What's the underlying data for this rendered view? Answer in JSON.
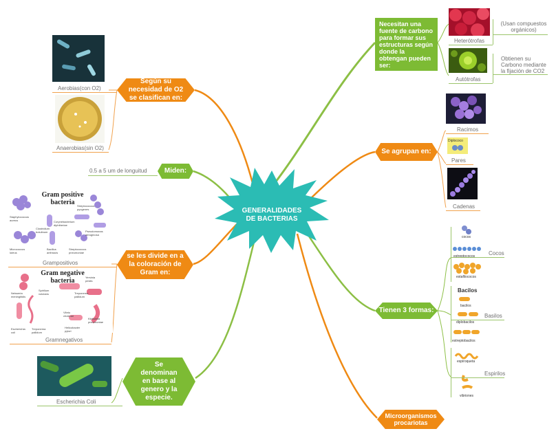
{
  "central": {
    "title": "GENERALIDADES DE BACTERIAS"
  },
  "left": {
    "necesidad": {
      "label": "Según su necesidad de O2 se clasifican en:",
      "aerobias": "Aerobias(con O2)",
      "anaerobias": "Anaerobias(sin O2)"
    },
    "miden": {
      "label": "Miden:",
      "value": "0.5 a 5 um de longuitud"
    },
    "gram": {
      "label": "se les divide en a la coloración de Gram en:",
      "positive_title": "Gram positive bacteria",
      "positive_species": [
        "Staphylococcus aureus",
        "Streptococcus pyogenes",
        "Corynebacterium diphtheriae",
        "Clostridium botulinum",
        "Pseudomonas aeruginosa",
        "Micrococcus luteus",
        "Bacillus anthracis",
        "Streptococcus pneumoniae"
      ],
      "grampositivos": "Grampositivos",
      "negative_title": "Gram negative bacteria",
      "negative_species": [
        "Neisseria meningitidis",
        "Spirillum volutans",
        "Vibrio cholerae",
        "Treponema pallidum",
        "Helicobacter pylori",
        "Escherichia coli",
        "Treponema pallidum",
        "Klebsiella pneumoniae",
        "Yersinia pestis"
      ],
      "gramnegativos": "Gramnegativos"
    },
    "denominan": {
      "label": "Se denominan en base al genero y la especie.",
      "example": "Escherichia Coli"
    }
  },
  "right": {
    "carbono": {
      "label": "Necesitan una fuente de carbono para formar sus estructuras según donde la obtengan pueden ser:",
      "heterotrofas": "Heterótrofas",
      "heterotrofas_note": "(Usan compuestos orgánicos)",
      "autotrofas": "Autótrofas",
      "autotrofas_note": "Obtienen su Carbono mediante la fijación de CO2"
    },
    "agrupan": {
      "label": "Se agrupan en:",
      "racimos": "Racimos",
      "pares": "Pares",
      "diplococo": "Diplococo",
      "cadenas": "Cadenas"
    },
    "formas": {
      "label": "Tienen 3 formas:",
      "cocos_group": "Cocos",
      "cocos_items": [
        "cocos",
        "estreptococos",
        "estafilococos"
      ],
      "bacilos_group": "Basilos",
      "bacilos_title": "Bacilos",
      "bacilos_items": [
        "bacilos",
        "diplobacilos",
        "estreptobacilos"
      ],
      "espirilos_group": "Espirilos",
      "espirilos_items": [
        "espiroqueta",
        "vibriones"
      ]
    },
    "procariotas": {
      "label": "Microorganismos procariotas"
    }
  },
  "colors": {
    "orange": "#ef8a14",
    "green": "#7dbb34",
    "central": "#2bbcb4",
    "label_text": "#6f6f6f"
  }
}
